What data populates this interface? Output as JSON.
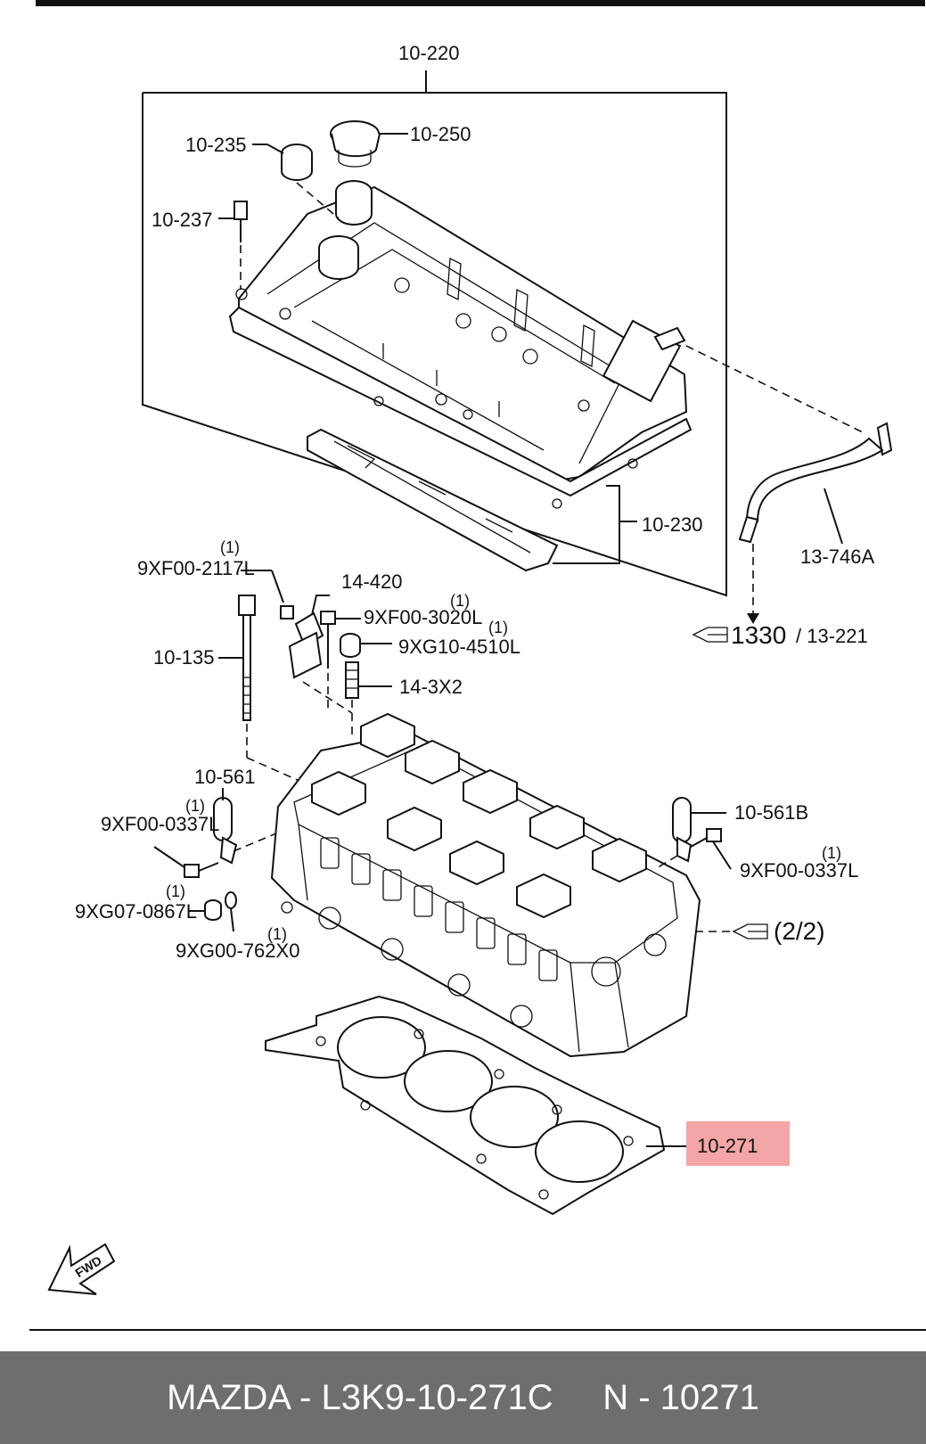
{
  "parts": {
    "p10220": "10-220",
    "p10235": "10-235",
    "p10250": "10-250",
    "p10237": "10-237",
    "p10230": "10-230",
    "p13746A": "13-746A",
    "p9XF00_2117L": "9XF00-2117L",
    "p9XF00_2117L_qty": "(1)",
    "p14420": "14-420",
    "p9XF00_3020L": "9XF00-3020L",
    "p9XF00_3020L_qty": "(1)",
    "p9XG10_4510L": "9XG10-4510L",
    "p9XG10_4510L_qty": "(1)",
    "p10135": "10-135",
    "p143X2": "14-3X2",
    "p1330": "1330",
    "p13221": "/ 13-221",
    "p10561": "10-561",
    "p9XF00_0337L_a": "9XF00-0337L",
    "p9XF00_0337L_a_qty": "(1)",
    "p10561B": "10-561B",
    "p9XF00_0337L_b": "9XF00-0337L",
    "p9XF00_0337L_b_qty": "(1)",
    "p9XG07_0867L": "9XG07-0867L",
    "p9XG07_0867L_qty": "(1)",
    "p9XG00_762X0": "9XG00-762X0",
    "p9XG00_762X0_qty": "(1)",
    "p22": "(2/2)",
    "p10271": "10-271",
    "fwd": "FWD"
  },
  "highlight_color": "#f4a5a5",
  "footer": {
    "brand_part": "MAZDA - L3K9-10-271C",
    "ref": "N - 10271"
  }
}
